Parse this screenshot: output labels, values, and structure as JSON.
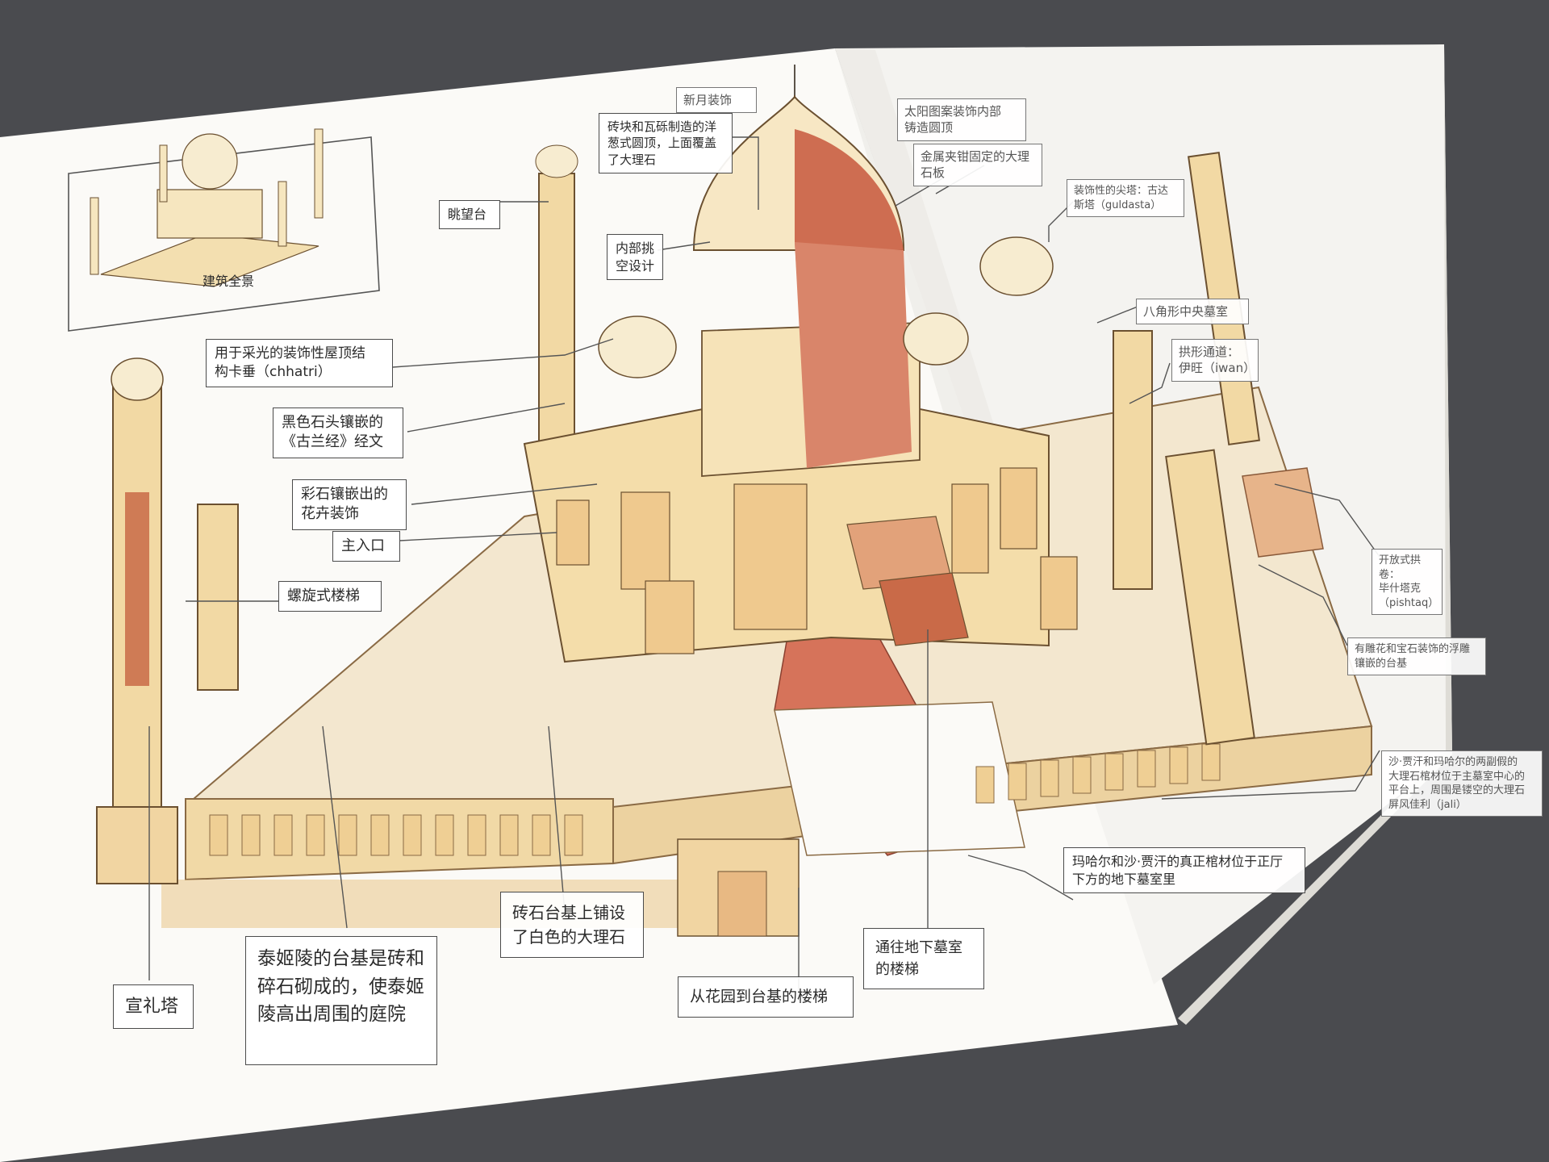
{
  "diagram": {
    "overview_caption": "建筑全景",
    "labels": {
      "crescent": "新月装饰",
      "brick_dome": "砖块和瓦砾制造的洋\n葱式圆顶，上面覆盖\n了大理石",
      "sun_dome": "太阳图案装饰内部\n铸造圆顶",
      "metal_clamp": "金属夹钳固定的大理\n石板",
      "lookout": "眺望台",
      "hollow": "内部挑\n空设计",
      "guldasta": "装饰性的尖塔：古达\n斯塔（guldasta）",
      "chhatri": "用于采光的装饰性屋顶结\n构卡垂（chhatri）",
      "octagon_hall": "八角形中央墓室",
      "iwan": "拱形通道：\n伊旺（iwan）",
      "quran": "黑色石头镶嵌的\n《古兰经》经文",
      "flowers": "彩石镶嵌出的\n花卉装饰",
      "main_entrance": "主入口",
      "spiral_stair": "螺旋式楼梯",
      "pishtaq": "开放式拱卷：\n毕什塔克\n（pishtaq）",
      "carved_plinth": "有雕花和宝石装饰的浮雕\n镶嵌的台基",
      "cenotaphs": "沙·贾汗和玛哈尔的两副假的\n大理石棺材位于主墓室中心的\n平台上，周围是镂空的大理石\n屏风佳利（jali）",
      "true_coffins": "玛哈尔和沙·贾汗的真正棺材位于正厅\n下方的地下墓室里",
      "minaret": "宣礼塔",
      "plinth": "泰姬陵的台基是砖和\n碎石砌成的，使泰姬\n陵高出周围的庭院",
      "marble_paving": "砖石台基上铺设\n了白色的大理石",
      "garden_stairs": "从花园到台基的楼梯",
      "crypt_stairs": "通往地下墓室\n的楼梯"
    }
  },
  "colors": {
    "table": "#4a4b4f",
    "paper": "#fbfaf7",
    "cream": "#f6e6bf",
    "ochre": "#e9c48c",
    "brick": "#c95f45",
    "brick_light": "#dc8a6e",
    "ink": "#4b3a2a"
  }
}
